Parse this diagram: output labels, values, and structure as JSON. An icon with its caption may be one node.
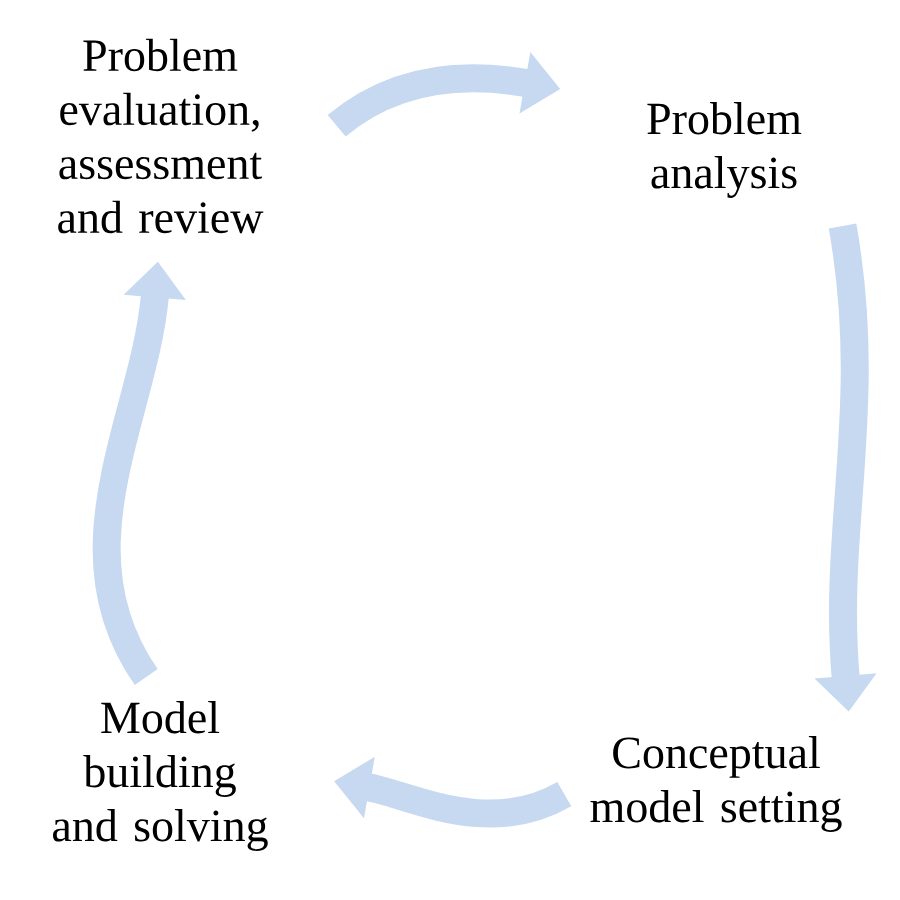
{
  "diagram": {
    "nodes": [
      {
        "text": [
          "Problem evaluation, assessment and review"
        ]
      },
      {
        "text": [
          "Problem analysis"
        ]
      },
      {
        "text": [
          "Conceptual model setting"
        ]
      },
      {
        "text": [
          "Model building and solving"
        ]
      }
    ],
    "edges": [
      {
        "from": 0,
        "to": 1,
        "arrow": "to"
      },
      {
        "from": 1,
        "to": 2,
        "arrow": "to"
      },
      {
        "from": 2,
        "to": 3,
        "arrow": "to"
      },
      {
        "from": 3,
        "to": 0,
        "arrow": "to"
      }
    ]
  }
}
